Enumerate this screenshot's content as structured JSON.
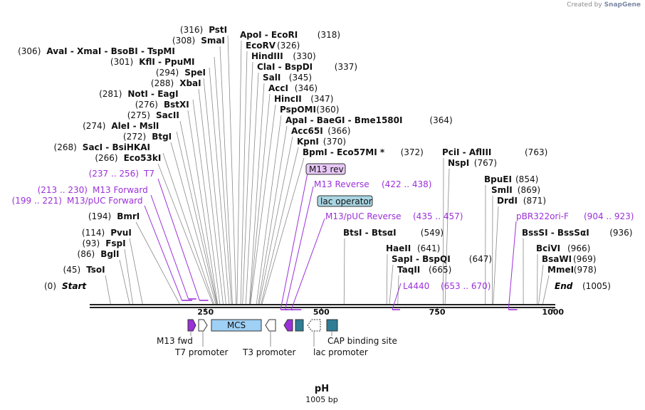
{
  "credit": {
    "prefix": "Created by",
    "brand": "SnapGene"
  },
  "plasmid": {
    "name": "pH",
    "length_label": "1005 bp",
    "length": 1005
  },
  "ends": {
    "start_pos": "(0)",
    "start": "Start",
    "end": "End",
    "end_pos": "(1005)"
  },
  "ticks": [
    {
      "pos": 250,
      "label": "250"
    },
    {
      "pos": 500,
      "label": "500"
    },
    {
      "pos": 750,
      "label": "750"
    },
    {
      "pos": 1000,
      "label": "1000"
    }
  ],
  "left_sites": [
    {
      "name": "PstI",
      "pos": 316,
      "pos_label": "(316)"
    },
    {
      "name": "SmaI",
      "pos": 308,
      "pos_label": "(308)"
    },
    {
      "name": "AvaI  -  XmaI  -  BsoBI  -  TspMI",
      "pos": 306,
      "pos_label": "(306)"
    },
    {
      "name": "KflI  -  PpuMI",
      "pos": 301,
      "pos_label": "(301)"
    },
    {
      "name": "SpeI",
      "pos": 294,
      "pos_label": "(294)"
    },
    {
      "name": "XbaI",
      "pos": 288,
      "pos_label": "(288)"
    },
    {
      "name": "NotI  -  EagI",
      "pos": 281,
      "pos_label": "(281)"
    },
    {
      "name": "BstXI",
      "pos": 276,
      "pos_label": "(276)"
    },
    {
      "name": "SacII",
      "pos": 275,
      "pos_label": "(275)"
    },
    {
      "name": "AleI  -  MslI",
      "pos": 274,
      "pos_label": "(274)"
    },
    {
      "name": "BtgI",
      "pos": 272,
      "pos_label": "(272)"
    },
    {
      "name": "SacI  -  BsiHKAI",
      "pos": 268,
      "pos_label": "(268)"
    },
    {
      "name": "Eco53kI",
      "pos": 266,
      "pos_label": "(266)"
    },
    {
      "name": "BmrI",
      "pos": 194,
      "pos_label": "(194)"
    },
    {
      "name": "PvuI",
      "pos": 114,
      "pos_label": "(114)"
    },
    {
      "name": "FspI",
      "pos": 93,
      "pos_label": "(93)"
    },
    {
      "name": "BglI",
      "pos": 86,
      "pos_label": "(86)"
    },
    {
      "name": "TsoI",
      "pos": 45,
      "pos_label": "(45)"
    }
  ],
  "right_sites": [
    {
      "name": "ApoI  -  EcoRI",
      "pos": 318,
      "pos_label": "(318)"
    },
    {
      "name": "EcoRV",
      "pos": 326,
      "pos_label": "(326)"
    },
    {
      "name": "HindIII",
      "pos": 330,
      "pos_label": "(330)"
    },
    {
      "name": "ClaI  -  BspDI",
      "pos": 337,
      "pos_label": "(337)"
    },
    {
      "name": "SalI",
      "pos": 345,
      "pos_label": "(345)"
    },
    {
      "name": "AccI",
      "pos": 346,
      "pos_label": "(346)"
    },
    {
      "name": "HincII",
      "pos": 347,
      "pos_label": "(347)"
    },
    {
      "name": "PspOMI",
      "pos": 360,
      "pos_label": "(360)"
    },
    {
      "name": "ApaI  -  BaeGI  -  Bme1580I",
      "pos": 364,
      "pos_label": "(364)"
    },
    {
      "name": "Acc65I",
      "pos": 366,
      "pos_label": "(366)"
    },
    {
      "name": "KpnI",
      "pos": 370,
      "pos_label": "(370)"
    },
    {
      "name": "BpmI  -  Eco57MI *",
      "pos": 372,
      "pos_label": "(372)"
    },
    {
      "name": "BtsI  -  BtsαI",
      "pos": 549,
      "pos_label": "(549)"
    },
    {
      "name": "HaeII",
      "pos": 641,
      "pos_label": "(641)"
    },
    {
      "name": "SapI  -  BspQI",
      "pos": 647,
      "pos_label": "(647)"
    },
    {
      "name": "TaqII",
      "pos": 665,
      "pos_label": "(665)"
    },
    {
      "name": "PciI  -  AflIII",
      "pos": 763,
      "pos_label": "(763)"
    },
    {
      "name": "NspI",
      "pos": 767,
      "pos_label": "(767)"
    },
    {
      "name": "BpuEI",
      "pos": 854,
      "pos_label": "(854)"
    },
    {
      "name": "SmlI",
      "pos": 869,
      "pos_label": "(869)"
    },
    {
      "name": "DrdI",
      "pos": 871,
      "pos_label": "(871)"
    },
    {
      "name": "BssSI  -  BssSαI",
      "pos": 936,
      "pos_label": "(936)"
    },
    {
      "name": "BciVI",
      "pos": 966,
      "pos_label": "(966)"
    },
    {
      "name": "BsaWI",
      "pos": 969,
      "pos_label": "(969)"
    },
    {
      "name": "MmeI",
      "pos": 978,
      "pos_label": "(978)"
    }
  ],
  "primers": [
    {
      "name": "T7",
      "range": "(237 .. 256)",
      "start": 237,
      "end": 256,
      "side": "left"
    },
    {
      "name": "M13 Forward",
      "range": "(213 .. 230)",
      "start": 213,
      "end": 230,
      "side": "left"
    },
    {
      "name": "M13/pUC Forward",
      "range": "(199 .. 221)",
      "start": 199,
      "end": 221,
      "side": "left"
    },
    {
      "name": "M13 rev",
      "range": "",
      "start": 412,
      "end": 428,
      "side": "box"
    },
    {
      "name": "M13 Reverse",
      "range": "(422 .. 438)",
      "start": 422,
      "end": 438,
      "side": "right"
    },
    {
      "name": "M13/pUC Reverse",
      "range": "(435 .. 457)",
      "start": 435,
      "end": 457,
      "side": "right"
    },
    {
      "name": "L4440",
      "range": "(653 .. 670)",
      "start": 653,
      "end": 670,
      "side": "right"
    },
    {
      "name": "pBR322ori-F",
      "range": "(904 .. 923)",
      "start": 904,
      "end": 923,
      "side": "right"
    }
  ],
  "boxed_labels": {
    "m13rev": "M13 rev",
    "lacop": "lac operator"
  },
  "features": {
    "mcs": "MCS",
    "m13fwd": "M13 fwd",
    "t7promoter": "T7 promoter",
    "t3promoter": "T3 promoter",
    "lacpromoter": "lac promoter",
    "cap": "CAP binding site"
  },
  "colors": {
    "backbone": "#222222",
    "primer": "#9b30d9",
    "mcs_fill": "#9fd0f5",
    "teal": "#2e7d94",
    "boxed_primer_fill": "#e7c7f5",
    "lacop_fill": "#a9d6e3"
  }
}
